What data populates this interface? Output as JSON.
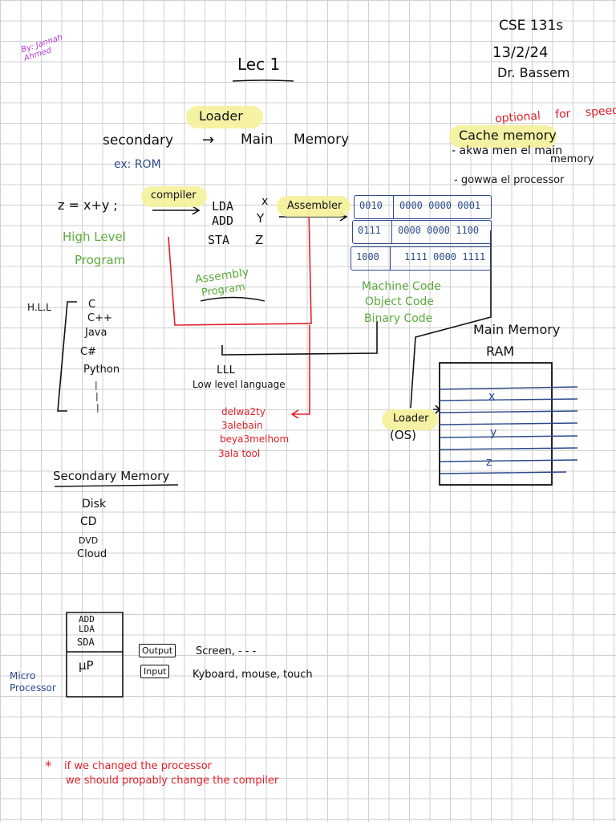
{
  "author": "By: Jannah Ahmed",
  "course": {
    "code": "CSE 131s",
    "date": "13/2/24",
    "instructor": "Dr. Bassem"
  },
  "title": "Lec 1",
  "loader_top": {
    "label": "Loader",
    "from": "secondary",
    "arrow": "→",
    "to": "Main Memory",
    "example": "ex: ROM"
  },
  "cache": {
    "note": "optional for speed",
    "title": "Cache memory",
    "bullet1a": "- akwa men el main",
    "bullet1b": "memory",
    "bullet2": "- gowwa el processor"
  },
  "hll_code": {
    "statement": "z = x+y ;",
    "compiler": "compiler",
    "caption1": "High Level",
    "caption2": "Program"
  },
  "assembly": {
    "lines": [
      "LDA",
      "ADD",
      "STA"
    ],
    "operands": [
      "x",
      "y",
      "z"
    ],
    "caption1": "Assembly",
    "caption2": "Program",
    "lll": "LLL",
    "lll_full": "Low level language"
  },
  "assembler": "Assembler",
  "machine_code": {
    "rows": [
      {
        "op": "0010",
        "addr": "0000 0000 0001"
      },
      {
        "op": "0111",
        "addr": "0000 0000 1100"
      },
      {
        "op": "1000",
        "addr": "1111 0000 1111"
      }
    ],
    "captions": [
      "Machine Code",
      "Object Code",
      "Binary Code"
    ]
  },
  "hll_list": {
    "label": "H.L.L",
    "items": [
      "C",
      "C++",
      "Java",
      "C#",
      "Python",
      "|",
      "|",
      "|"
    ]
  },
  "red_note": [
    "delwa2ty",
    "3alebain",
    "beya3melhom",
    "3ala tool"
  ],
  "main_memory": {
    "title": "Main Memory",
    "subtitle": "RAM",
    "cells": [
      "x",
      "y",
      "z"
    ]
  },
  "loader_os": {
    "label": "Loader",
    "sub": "(OS)"
  },
  "secondary_memory": {
    "title": "Secondary Memory",
    "items": [
      "Disk",
      "CD",
      "DVD",
      "Cloud"
    ]
  },
  "microprocessor": {
    "instructions": [
      "ADD",
      "LDA",
      "SDA"
    ],
    "mp": "μP",
    "label1": "Micro",
    "label2": "Processor",
    "output": "Output",
    "output_desc": "Screen, - - -",
    "input": "Input",
    "input_desc": "Kyboard, mouse, touch"
  },
  "footnote": {
    "star": "*",
    "line1": "if we changed the processor",
    "line2": "we should propably change the compiler"
  },
  "colors": {
    "green": "#5dab3c",
    "red": "#e0202a",
    "blue": "#2c4a8c",
    "purple": "#b43ad8",
    "highlight": "#f4f19a",
    "grid": "#cfcfcf"
  }
}
